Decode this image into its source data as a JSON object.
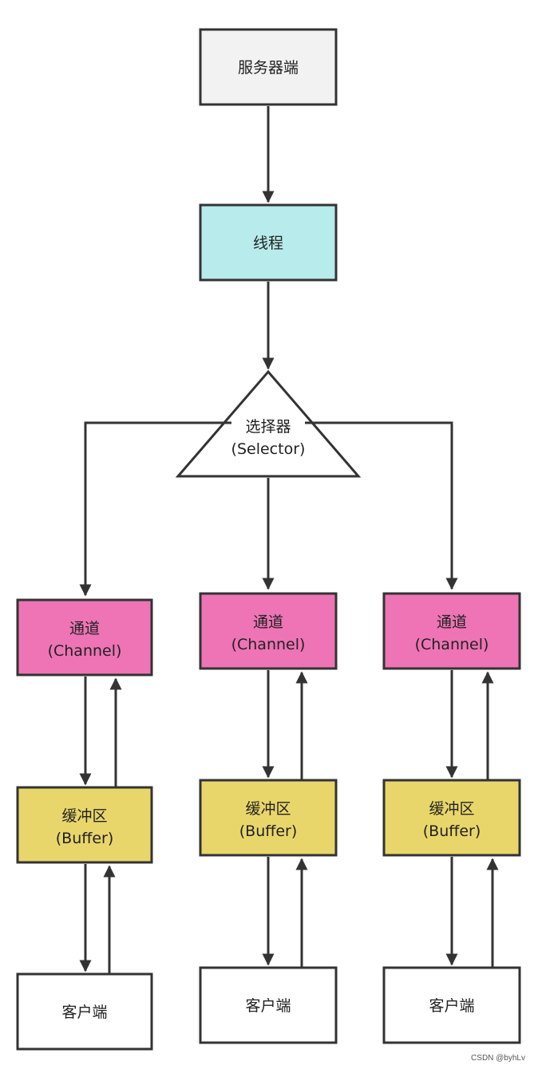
{
  "server": {
    "label": "服务器端",
    "color": "#f2f2f2"
  },
  "thread": {
    "label": "线程",
    "color": "#b8ebeb"
  },
  "selector": {
    "line1": "选择器",
    "line2": "(Selector)",
    "color": "#ffffff"
  },
  "columns": [
    {
      "channel": {
        "line1": "通道",
        "line2": "(Channel)"
      },
      "buffer": {
        "line1": "缓冲区",
        "line2": "(Buffer)"
      },
      "client": {
        "label": "客户端"
      }
    },
    {
      "channel": {
        "line1": "通道",
        "line2": "(Channel)"
      },
      "buffer": {
        "line1": "缓冲区",
        "line2": "(Buffer)"
      },
      "client": {
        "label": "客户端"
      }
    },
    {
      "channel": {
        "line1": "通道",
        "line2": "(Channel)"
      },
      "buffer": {
        "line1": "缓冲区",
        "line2": "(Buffer)"
      },
      "client": {
        "label": "客户端"
      }
    }
  ],
  "colors": {
    "channel": "#ee74b6",
    "buffer": "#e9d66b",
    "client": "#ffffff",
    "stroke": "#333333"
  },
  "watermark": "CSDN @byhLv"
}
